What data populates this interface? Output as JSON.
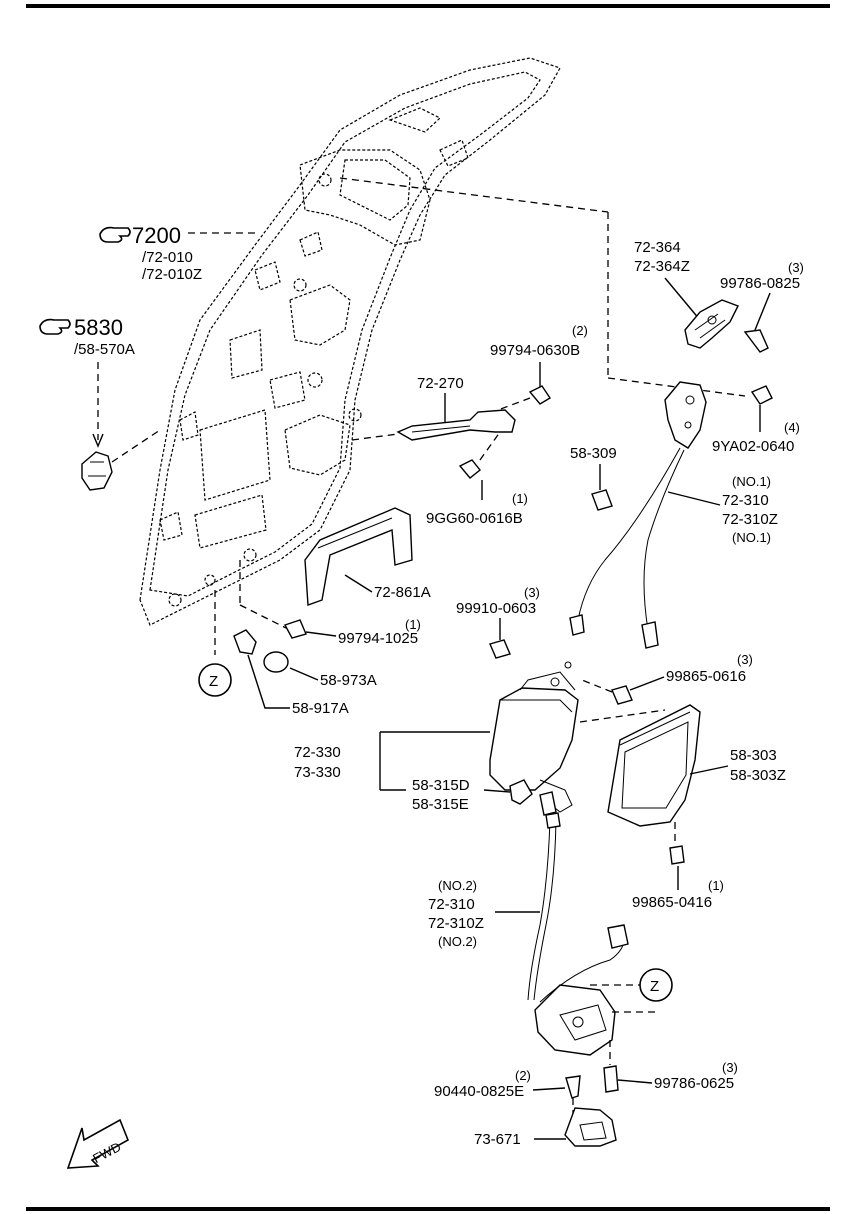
{
  "labels": {
    "ref_7200": "7200",
    "ref_72_010": "/72-010",
    "ref_72_010z": "/72-010Z",
    "ref_5830": "5830",
    "ref_58_570a": "/58-570A",
    "p72_364": "72-364",
    "p72_364z": "72-364Z",
    "q99786_0825": "(3)",
    "p99786_0825": "99786-0825",
    "q99794_0630b": "(2)",
    "p99794_0630b": "99794-0630B",
    "p72_270": "72-270",
    "p58_309": "58-309",
    "q9ya02": "(4)",
    "p9ya02": "9YA02-0640",
    "no1_a": "(NO.1)",
    "p72_310_a": "72-310",
    "p72_310z_a": "72-310Z",
    "no1_b": "(NO.1)",
    "q9gg60": "(1)",
    "p9gg60": "9GG60-0616B",
    "p72_861a": "72-861A",
    "q99910": "(3)",
    "p99910": "99910-0603",
    "q99794_1025": "(1)",
    "p99794_1025": "99794-1025",
    "q99865_0616": "(3)",
    "p99865_0616": "99865-0616",
    "p58_973a": "58-973A",
    "p58_917a": "58-917A",
    "p72_330": "72-330",
    "p73_330": "73-330",
    "p58_315d": "58-315D",
    "p58_315e": "58-315E",
    "p58_303": "58-303",
    "p58_303z": "58-303Z",
    "q99865_0416": "(1)",
    "p99865_0416": "99865-0416",
    "no2_a": "(NO.2)",
    "p72_310_b": "72-310",
    "p72_310z_b": "72-310Z",
    "no2_b": "(NO.2)",
    "q90440": "(2)",
    "p90440": "90440-0825E",
    "q99786_0625": "(3)",
    "p99786_0625": "99786-0625",
    "p73_671": "73-671",
    "z_top": "Z",
    "z_bottom": "Z",
    "fwd": "FWD"
  },
  "icons": {
    "reference": "pointing-hand-icon",
    "direction": "forward-arrow-icon"
  }
}
